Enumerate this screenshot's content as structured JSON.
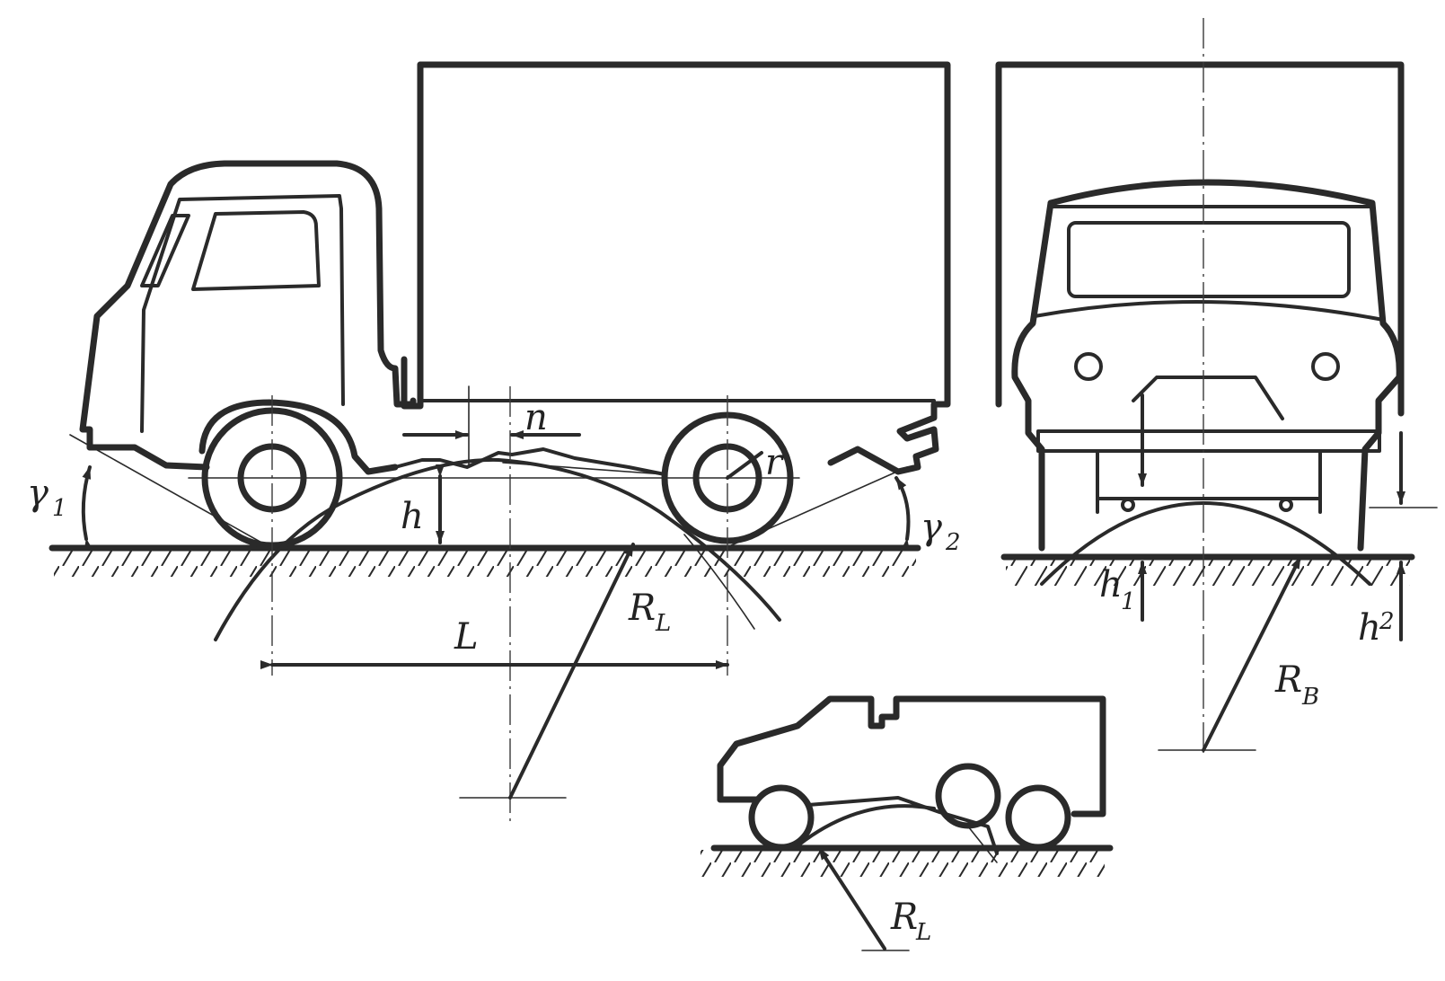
{
  "labels": {
    "gamma1": "γ",
    "gamma1_sub": "1",
    "gamma2": "γ",
    "gamma2_sub": "2",
    "h": "h",
    "n": "n",
    "r": "r",
    "L": "L",
    "RL": "R",
    "RL_sub": "L",
    "RL_small": "R",
    "RL_small_sub": "L",
    "RB": "R",
    "RB_sub": "B",
    "h1": "h",
    "h1_sub": "1",
    "h2": "h",
    "h2_sub": "2"
  },
  "colors": {
    "ink": "#2a2a2a",
    "background": "#ffffff"
  }
}
